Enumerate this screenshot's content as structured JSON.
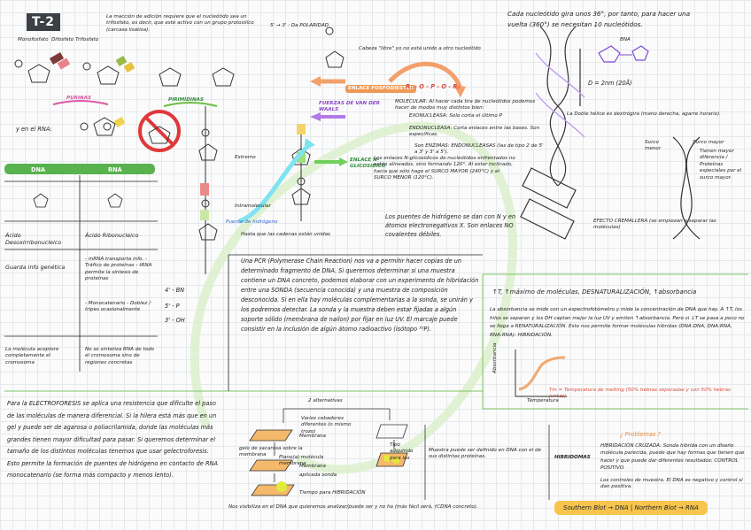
{
  "title": "T-2",
  "intro_text": "La macción de adición requiere que el nucleótido sea un trifosfato, es decir, que esté activo con un grupo protosilíco (carcasa lisatisa).",
  "phosphate_labels": {
    "mono": "Monofosfato",
    "di": "Difosfato",
    "tri": "Trifosfato"
  },
  "purinas_label": "PURINAS",
  "pirimidinas_label": "PIRIMIDINAS",
  "rna_label": "y en el RNA:",
  "polarity_label": "5' → 3' : Da POLARIDAD",
  "cabeza_note": "Cabeza \"libre\" yo no está unido a otro nucleótido",
  "enlace_fosfodiester": "ENLACE FOSFODIESTER",
  "phosphate_chain": "R₁ - O - P - O - R₂",
  "molecula_note": "MOLECULAR: Al hacer cada tira de nucleótidos podemos hacer de modos muy distintos bien:",
  "exonucleasa": "EXONUCLEASA: Solo corta el último P",
  "endonucleasa": "ENDONUCLEASA: Corta enlaces entre las bases. Son específicas.",
  "son_enzimas": "Son ENZIMAS: ENDONUCLEASAS (las de tipo 2 de 5' a 3' y 3' a 5').",
  "fuerzas": "FUERZAS DE VAN DER WAALS",
  "enlace_n": "ENLACE N-GLICOSIDICO",
  "extremo_label": "Extremo",
  "intramolecular": "Intramolecular",
  "puente_h": "Puente de hidrógeno",
  "helice_note": "Hasta que las cadenas están unidas",
  "enlaces_n_text": "Los enlaces N-glicosídicos de nucleótidos enfrentados no están alineados, sino formando 120°. Al estar inclinado, hacia que sólo hago el SURCO MAYOR (240°C) y el SURCO MENOR (120°C).",
  "puentes_text": "Los puentes de hidrógeno se dan con N y en átomos electronegativos X. Son enlaces NO covalentes débiles.",
  "rotation_text": "Cada nucleótido gira unos 36°, por tanto, para hacer una vuelta (360°) se necesitan 10 nucleótidos.",
  "bna_label": "BNA",
  "d_label": "D = 2nm (20Å)",
  "doble_helice": "La Doble hélice es dextrógira (mano derecha, agarre horario).",
  "surco_menor": "Surco menor",
  "surco_mayor": "Surco mayor",
  "surco_note": "Tienen mayor diferencia / Proteínas especiales por el surco mayor.",
  "efecto": "EFECTO CREMALLERA (se empiezan a separar las moléculas)",
  "table": {
    "header_dna": "DNA",
    "header_rna": "RNA",
    "rows": [
      {
        "left": "Ácido Desoxirribonucleico",
        "right": "Ácido Ribonucleico"
      },
      {
        "left": "Guarda info genética",
        "right": "- mRNA transporta info. - Tráfico de proteínas - tRNA permite la síntesis de proteínas"
      },
      {
        "left": "",
        "right": "- Monocatenario - Doblez / tripes ocasionalmente"
      },
      {
        "left": "La molécula aceptore completamente el cromosoma",
        "right": "No se sintetiza RNA de todo el cromosoma sino de regiones concretas"
      }
    ]
  },
  "prime_labels": [
    "4' - BN",
    "5' - P",
    "3' - OH"
  ],
  "pcr_text": "Una PCR (Polymerase Chain Reaction) nos va a permitir hacer copias de un determinado fragmento de DNA. Si queremos determinar si una muestra contiene un DNA concreto, podemos elaborar con un experimento de hibridación entre una SONDA (secuencia conocida) y una muestra de composición desconocida. Si en ella hay moléculas complementarias a la sonda, se unirán y los podremos detectar. La sonda y la muestra deben estar fijadas a algún soporte sólido (membrana de nailon) por fijar en luz UV. El marcaje puede consistir en la inclusión de algún átomo radioactivo (isótopo ³²P).",
  "pcr_highlight": "PCR",
  "temp_text": "↑T, ↑máximo de moléculas, DESNATURALIZACIÓN, ↑absorbancia",
  "absorb_text": "La absorbancia se mide con un espectrofotómetro y mide la concentración de DNA que hay. A ↑T, los hilos se separan y los DH captan mejor la luz UV y emiten ↑absorbancia. Pero si ↓T se pasa a poco no se llega a RENATURALIZACIÓN. Esto nos permite formar moléculas híbridas (DNA:DNA, DNA:RNA, RNA:RNA): HIBRIDACIÓN.",
  "axis_y": "Absorbancia",
  "axis_x": "Temperatura",
  "tm_note": "Tm = Temperatura de melting (50% hebras separadas y con 50% hebras juntas).",
  "electro_text": "Para la ELECTROFORESIS se aplica una resistencia que dificulte el paso de las moléculas de manera diferencial. Si la hilera está más que en un gel y puede ser de agarosa o poliacrilamida, donde las moléculas más grandes tienen mayor dificultad para pasar. Si queremos determinar el tamaño de los distintos moléculas tenemos que usar gelectroforesis. Esto permite la formación de puentes de hidrógeno en contacto de RNA monocatenario (se forma más compacto y menos lento).",
  "dos_alternativas": "2 alternativas",
  "steps": {
    "s1": "Varios cebadores diferentes (o mismo trozo)",
    "s2": "Membrana",
    "s3": "gelo de sacarosa sobre la membrana",
    "s4": "Plano(a) molécula membrana",
    "s5": "Membrana",
    "s6": "aplicada sonda",
    "s7": "Tiempo para HIBRIDACIÓN",
    "s8": "Tipo adquirido para las"
  },
  "visualize_text": "Nos visibiliza en el DNA que quieremos analizar/puede ser y no ha (más fácil será, †CDNA concreto).",
  "muestra_text": "Muestra puede ser definido en DNA con el de sus distintas proteínas.",
  "hibridomas": "HIBRIDOMAS",
  "problemas": "¿ Problemas ?",
  "hibridacion_cruzada": "HIBRIDACIÓN CRUZADA: Sonda hibrida con un diseño molécula parecida, puede que hay formas que tienen que hacer y que puede dar diferentes resultados: CONTROL POSITIVO.",
  "control_note": "Los controles de muestra. El DNA es negativo y control si dan positiva.",
  "southern": "Southern Blot → DNA  |  Northern Blot → RNA",
  "colors": {
    "green": "#58b24e",
    "pink": "#f5a3a3",
    "orange": "#ee9a56",
    "purple": "#a35de0",
    "cyan": "#6fe0ee",
    "yellow": "#f7c44d"
  }
}
